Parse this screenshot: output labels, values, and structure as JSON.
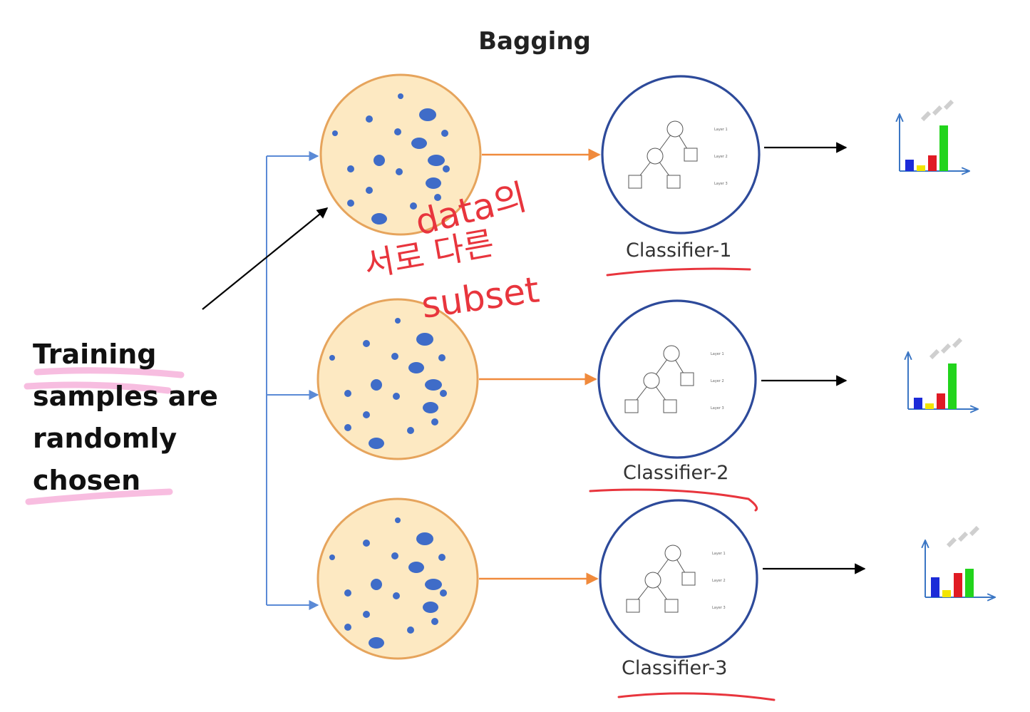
{
  "title": "Bagging",
  "side_note": {
    "line1": "Training",
    "line2_a": "samples",
    "line2_b": " are",
    "line3": "randomly",
    "line4": "chosen"
  },
  "classifiers": [
    {
      "label": "Classifier-1"
    },
    {
      "label": "Classifier-2"
    },
    {
      "label": "Classifier-3"
    }
  ],
  "tree_layer_labels": [
    "Layer 1",
    "Layer 2",
    "Layer 3"
  ],
  "handwritten_annotation": {
    "line1": "data의",
    "line2": "서로 다른",
    "line3": "subset"
  },
  "colors": {
    "sample_circle_fill": "#fde9c2",
    "sample_circle_stroke": "#e6a45c",
    "dot": "#3f6cc8",
    "classifier_stroke": "#2d4a9a",
    "bootstrap_arrow": "#5b8ad6",
    "fit_arrow": "#f08a3c",
    "output_arrow": "#000000",
    "red_annotation": "#e8353d",
    "pink_highlight": "#f7b6dd",
    "bar_blue": "#1c2bd8",
    "bar_yellow": "#f2e500",
    "bar_red": "#e01b24",
    "bar_green": "#22d41c",
    "chart_axis": "#3b76c4"
  },
  "icons": [
    "decision-tree-icon",
    "bar-chart-icon",
    "arrow-icon"
  ]
}
